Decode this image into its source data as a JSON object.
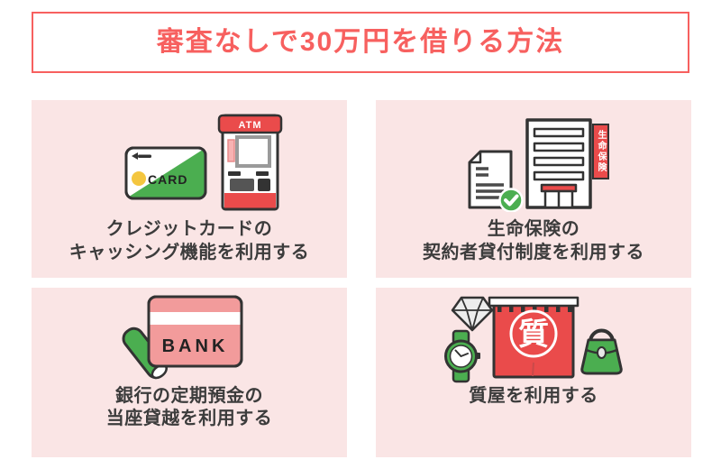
{
  "page": {
    "title": "審査なしで30万円を借りる方法"
  },
  "colors": {
    "title_red": "#F7605F",
    "illustration_red": "#EA4B4B",
    "panel_pink": "#FAE5E5",
    "card_salmon": "#F29B9B",
    "green": "#4BAE50",
    "chip_yellow": "#F4C63F",
    "outline_dark": "#333333",
    "caption_text": "#3C3C3C"
  },
  "panels": [
    {
      "caption_line1": "クレジットカードの",
      "caption_line2": "キャッシング機能を利用する",
      "labels": {
        "card": "CARD",
        "atm": "ATM"
      },
      "icon_names": [
        "credit-card-icon",
        "atm-icon"
      ]
    },
    {
      "caption_line1": "生命保険の",
      "caption_line2": "契約者貸付制度を利用する",
      "labels": {
        "banner": "生命保険"
      },
      "icon_names": [
        "document-check-icon",
        "insurance-building-icon"
      ]
    },
    {
      "caption_line1": "銀行の定期預金の",
      "caption_line2": "当座貸越を利用する",
      "labels": {
        "bank": "BANK"
      },
      "icon_names": [
        "bank-card-icon",
        "rolled-note-icon"
      ]
    },
    {
      "caption_line1": "質屋を利用する",
      "caption_line2": "",
      "labels": {
        "noren": "質"
      },
      "icon_names": [
        "diamond-icon",
        "watch-icon",
        "pawnshop-noren-icon",
        "handbag-icon"
      ]
    }
  ]
}
